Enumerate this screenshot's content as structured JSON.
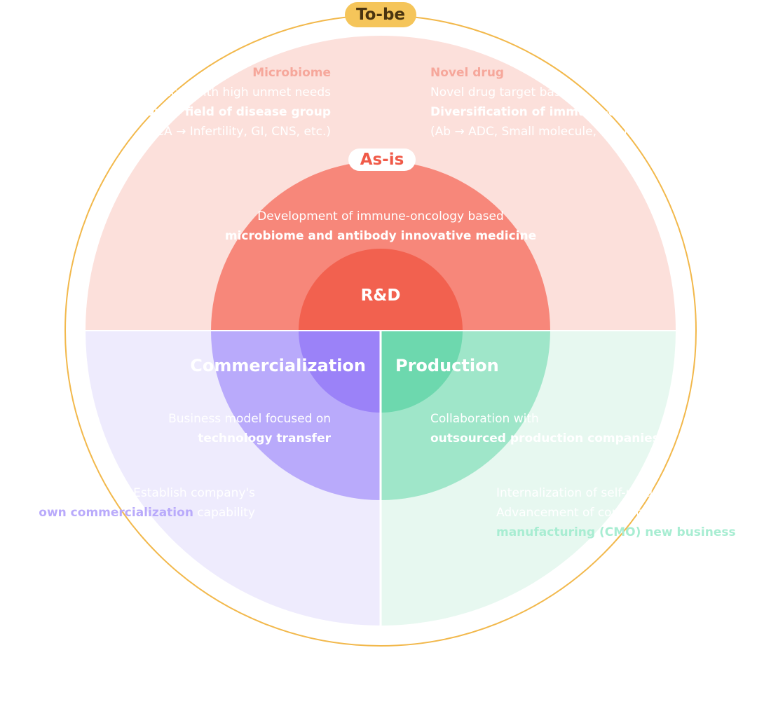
{
  "labels": {
    "tobe": "To-be",
    "asis": "As-is",
    "center": "R&D",
    "commercialization": "Commercialization",
    "production": "Production"
  },
  "tobe": {
    "microbiome": {
      "title": "Microbiome",
      "line1": "Cancer with high unmet needs",
      "line2": "Expansion to field of disease group",
      "line3": "(CA → Infertility, GI, CNS, etc.)"
    },
    "novel_drug": {
      "title": "Novel drug",
      "line1": "Novel drug target based",
      "line2": "Diversification of immune-oncology modality",
      "line3": "(Ab → ADC, Small molecule, etc.)"
    },
    "commercialization": {
      "line1": "Establish company's",
      "line2_bold": "own commercialization",
      "line2_rest": " capability"
    },
    "production": {
      "line1": "Internalization of self-production",
      "line2": "Advancement of contract",
      "line3": "manufacturing (CMO) new business"
    }
  },
  "asis": {
    "rnd": {
      "line1": "Development of immune-oncology based",
      "line2": "microbiome and antibody innovative medicine"
    },
    "commercialization": {
      "line1": "Business model focused on",
      "line2": "technology transfer"
    },
    "production": {
      "line1": "Collaboration with",
      "line2": "outsourced production companies"
    }
  },
  "colors": {
    "ring": "#F2B84B",
    "tobe_pill": "#F5C55A",
    "tobe_text": "#5A3E10",
    "outer_rnd": "#FCE0DB",
    "outer_comm": "#EEEBFD",
    "outer_prod": "#E7F8F0",
    "mid_rnd": "#F7877A",
    "mid_comm": "#B9AAFB",
    "mid_prod": "#9FE6C9",
    "inner_rnd": "#F2614F",
    "inner_comm": "#9B82F8",
    "inner_prod": "#6DD8AE",
    "asis_text": "#F05A48",
    "accent_comm": "#B9AAFB",
    "accent_prod": "#A8EDD2"
  }
}
